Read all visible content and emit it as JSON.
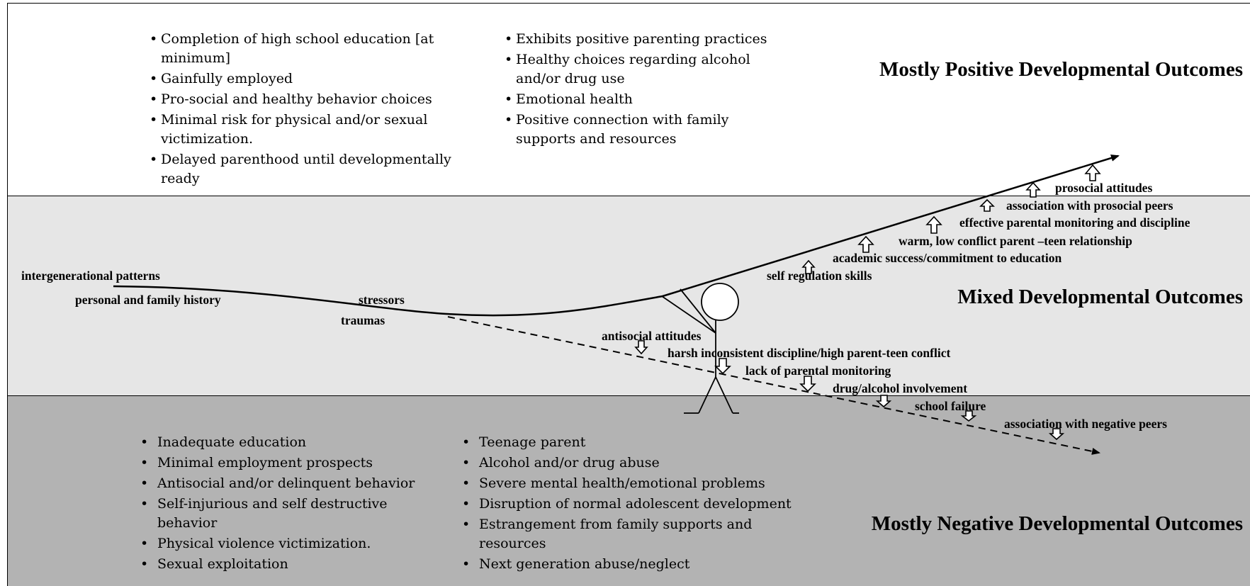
{
  "top": {
    "heading": "Mostly Positive Developmental Outcomes",
    "list_left": [
      "Completion of high school education [at minimum]",
      "Gainfully employed",
      "Pro-social and healthy behavior choices",
      "Minimal risk for physical and/or sexual victimization.",
      "Delayed parenthood until developmentally ready"
    ],
    "list_right": [
      "Exhibits positive parenting practices",
      "Healthy choices regarding alcohol and/or drug use",
      "Emotional health",
      "Positive connection with family supports and resources"
    ]
  },
  "middle": {
    "heading": "Mixed Developmental Outcomes",
    "path_labels": {
      "intergenerational": "intergenerational patterns",
      "history": "personal and family history",
      "stressors": "stressors",
      "traumas": "traumas"
    },
    "positive_factors": [
      "self regulation skills",
      "academic success/commitment to education",
      "warm, low conflict parent –teen relationship",
      "effective parental monitoring and discipline",
      "association with prosocial peers",
      "prosocial attitudes"
    ],
    "negative_factors": [
      "antisocial attitudes",
      "harsh inconsistent discipline/high parent-teen conflict",
      "lack of parental monitoring",
      "drug/alcohol involvement",
      "school failure",
      "association with negative peers"
    ]
  },
  "bottom": {
    "heading": "Mostly Negative Developmental Outcomes",
    "list_left": [
      "Inadequate education",
      "Minimal employment prospects",
      "Antisocial and/or delinquent behavior",
      "Self-injurious and self destructive behavior",
      "Physical violence victimization.",
      "Sexual exploitation"
    ],
    "list_right": [
      "Teenage parent",
      "Alcohol and/or drug abuse",
      "Severe mental health/emotional problems",
      "Disruption of normal adolescent development",
      "Estrangement from family supports and resources",
      "Next generation abuse/neglect"
    ]
  },
  "icons": {
    "figure": "stick-figure-icon",
    "up_arrow": "up-arrow-icon",
    "down_arrow": "down-arrow-icon"
  }
}
